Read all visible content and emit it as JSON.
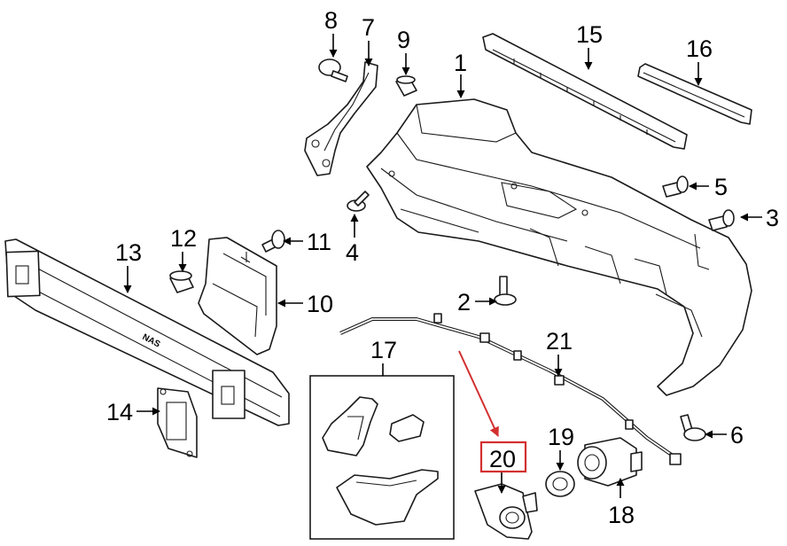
{
  "callouts": {
    "c1": "1",
    "c2": "2",
    "c3": "3",
    "c4": "4",
    "c5": "5",
    "c6": "6",
    "c7": "7",
    "c8": "8",
    "c9": "9",
    "c10": "10",
    "c11": "11",
    "c12": "12",
    "c13": "13",
    "c14": "14",
    "c15": "15",
    "c16": "16",
    "c17": "17",
    "c18": "18",
    "c19": "19",
    "c20": "20",
    "c21": "21"
  },
  "stamp_text": "NAS",
  "highlight": {
    "callout": "20",
    "color": "#d32f2f"
  }
}
